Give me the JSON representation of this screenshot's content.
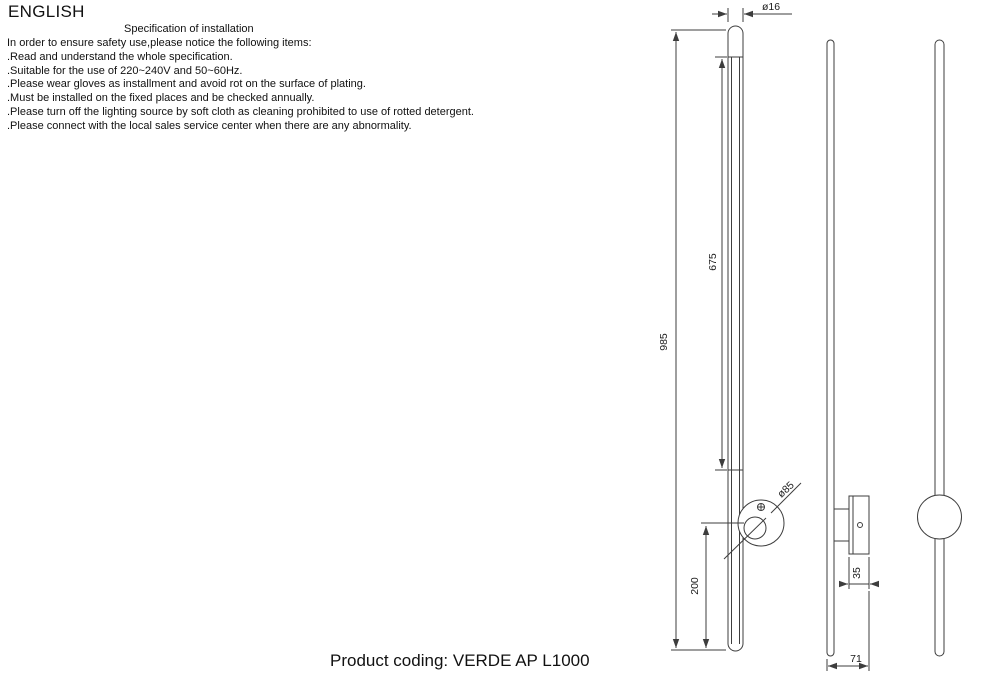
{
  "page": {
    "language_heading": "ENGLISH",
    "product_coding": "Product coding: VERDE AP L1000"
  },
  "spec": {
    "title": "Specification of installation",
    "intro": "In order to ensure safety use,please notice the following items:",
    "items": [
      ".Read and understand the whole specification.",
      ".Suitable for the use of 220~240V and 50~60Hz.",
      ".Please wear gloves as installment and avoid rot on the surface of plating.",
      ".Must be installed on the fixed places and be checked annually.",
      ".Please turn off the lighting source by soft cloth as cleaning prohibited to use of rotted detergent.",
      ".Please connect with the local sales service center when there are any abnormality."
    ]
  },
  "drawing": {
    "line_color": "#3d3d3d",
    "dimensions": {
      "rod_diameter": "ø16",
      "overall_length": "985",
      "lit_section_length": "675",
      "canopy_diameter": "ø85",
      "canopy_to_end": "200",
      "bracket_depth": "35",
      "overall_depth": "71"
    }
  }
}
